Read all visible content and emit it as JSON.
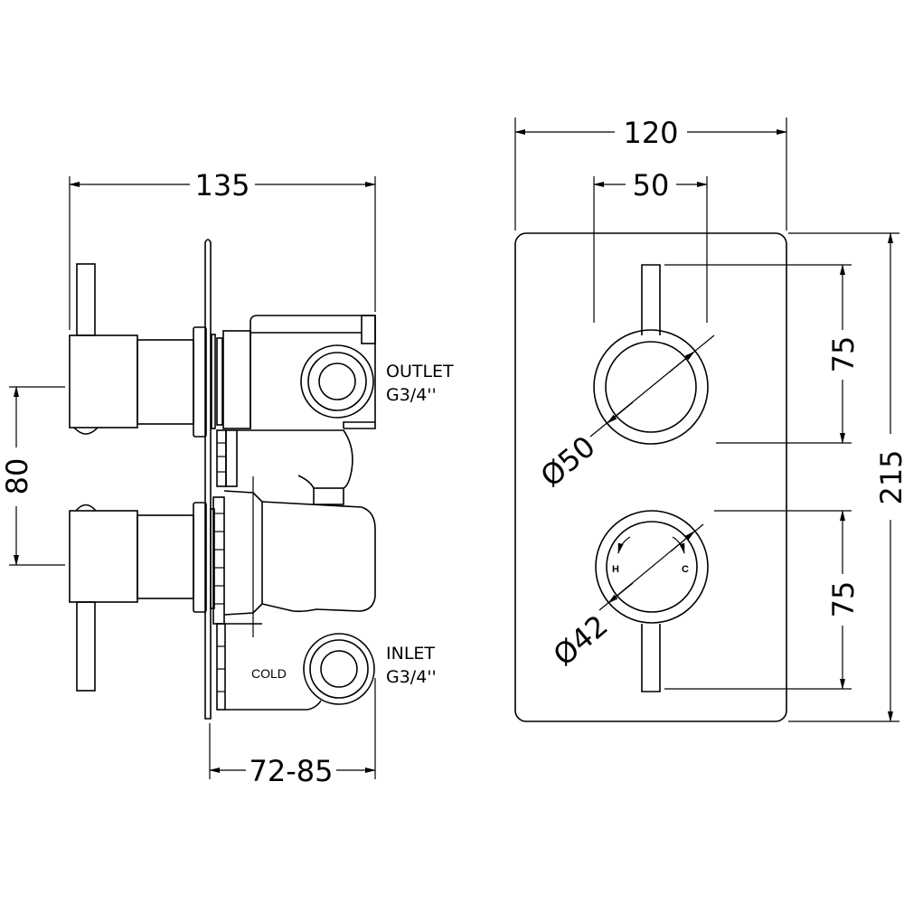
{
  "side_view": {
    "width_dim": "135",
    "handle_spacing_dim": "80",
    "depth_dim": "72-85",
    "outlet_label": "OUTLET",
    "outlet_thread": "G3/4''",
    "inlet_label": "INLET",
    "inlet_thread": "G3/4''",
    "cold_label": "COLD"
  },
  "front_view": {
    "plate_width_dim": "120",
    "handle_offset_dim": "50",
    "plate_height_dim": "215",
    "upper_spacing_dim": "75",
    "lower_spacing_dim": "75",
    "upper_dial_dim": "Ø50",
    "lower_dial_dim": "Ø42",
    "hot_mark": "H",
    "cold_mark": "C"
  }
}
